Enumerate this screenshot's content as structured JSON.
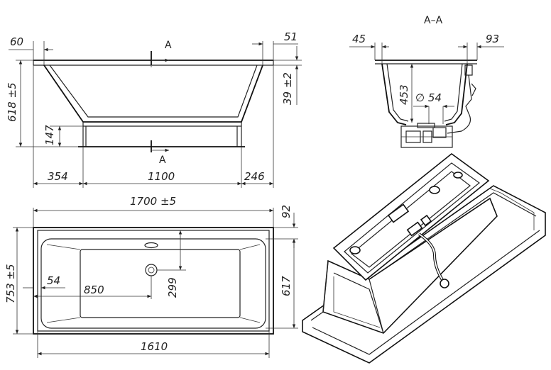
{
  "section_label": "A–A",
  "cut_marker": "A",
  "side_view": {
    "dims": {
      "left_rim": "60",
      "right_rim": "51",
      "height": "618 ±5",
      "depth_lip": "39 ±2",
      "base_height": "147",
      "left_offset": "354",
      "base_length": "1100",
      "right_offset": "246"
    }
  },
  "section_view": {
    "dims": {
      "left_rim": "45",
      "right_rim": "93",
      "inner_depth": "453",
      "drain_diameter": "∅ 54"
    }
  },
  "top_view": {
    "dims": {
      "length": "1700 ±5",
      "rim_top": "92",
      "width": "753 ±5",
      "drain_edge": "54",
      "drain_pos": "850",
      "drain_center": "299",
      "inner_width": "617",
      "inner_length": "1610"
    }
  }
}
